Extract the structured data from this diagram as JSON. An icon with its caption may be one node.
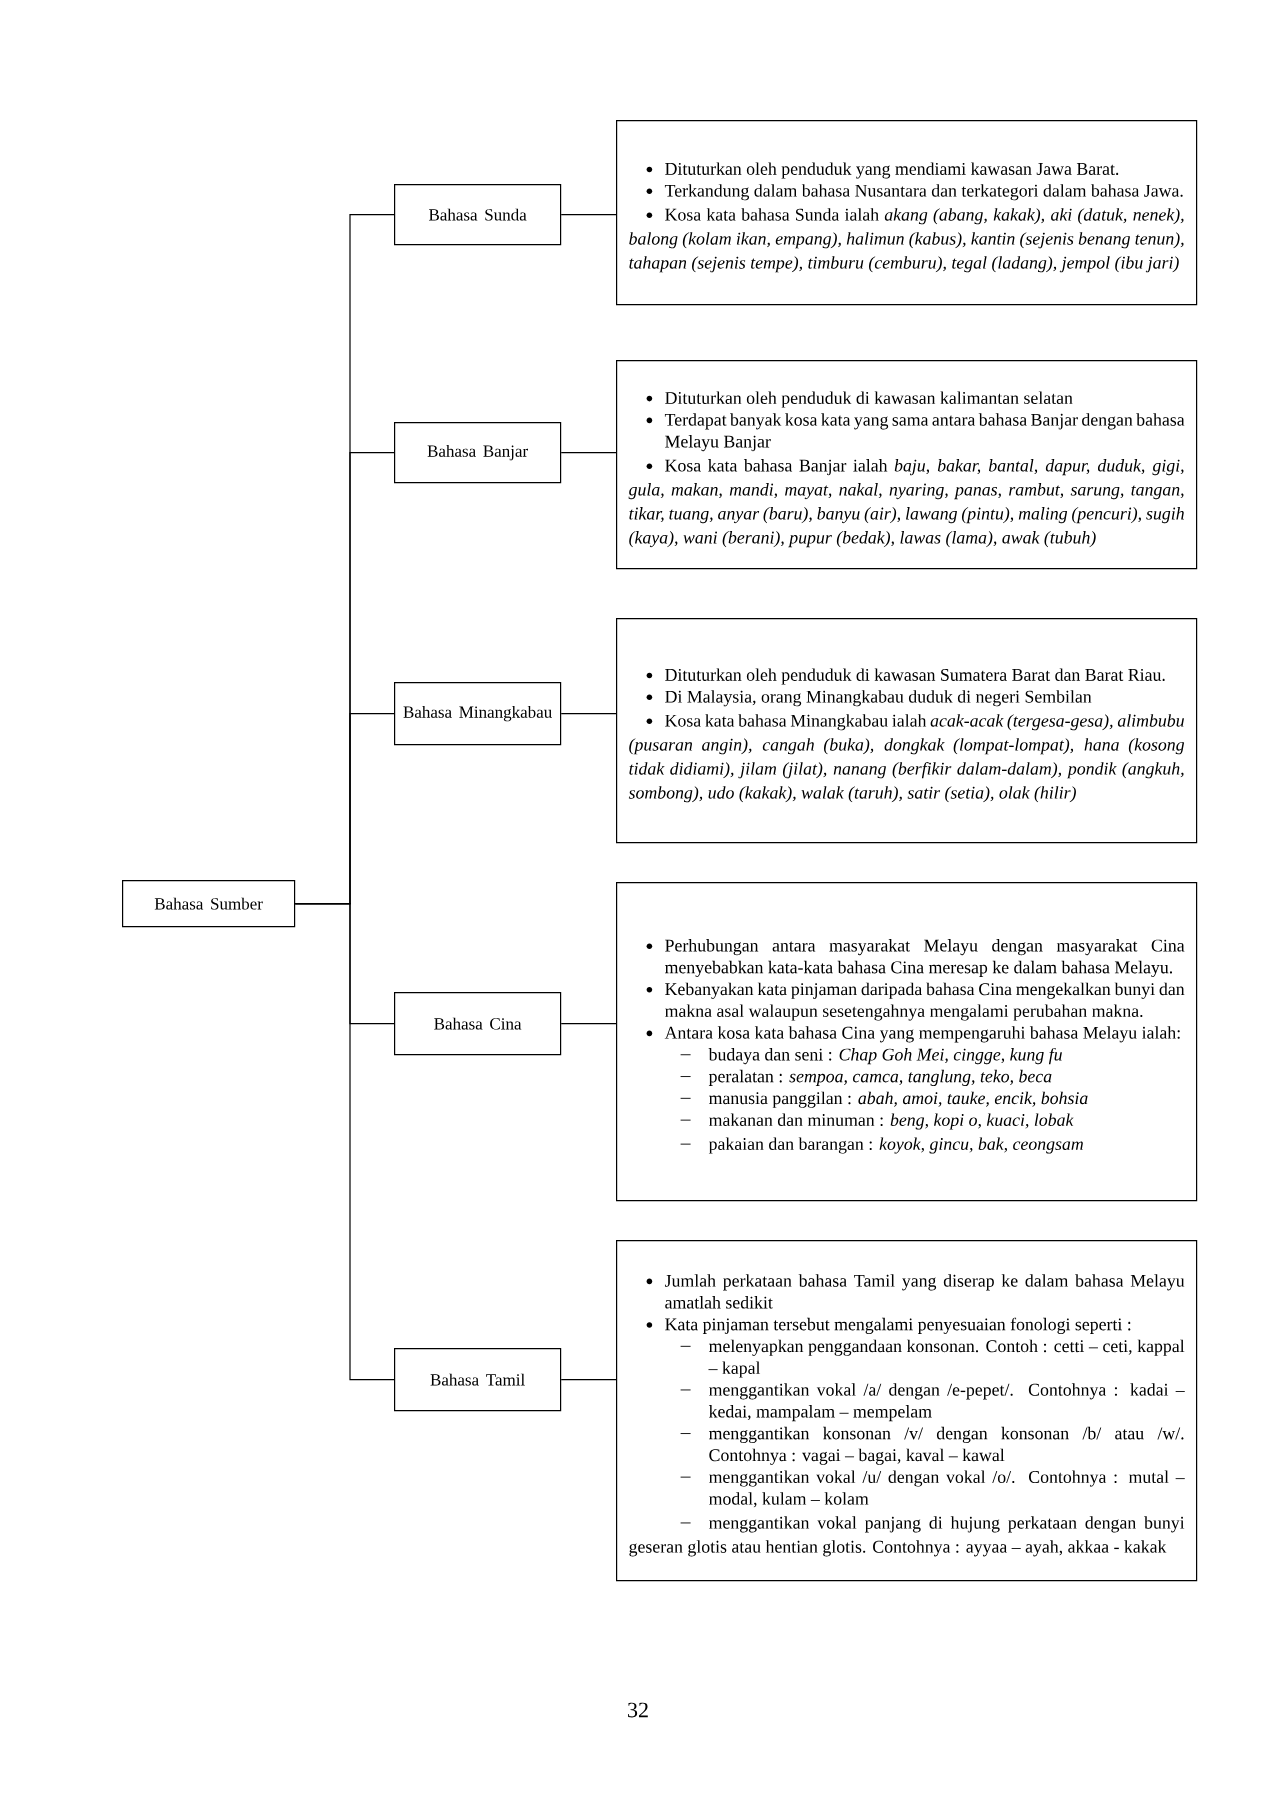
{
  "diagram": {
    "nodes": [
      {
        "text": [
          "Bahasa Sumber"
        ]
      },
      {
        "text": [
          "Bahasa Sunda"
        ]
      },
      {
        "text": [
          "Bahasa Banjar"
        ]
      },
      {
        "text": [
          "Bahasa Minangkabau"
        ]
      },
      {
        "text": [
          "Bahasa Cina"
        ]
      },
      {
        "text": [
          "Bahasa Tamil"
        ]
      },
      {
        "text": [
          "Dituturkan oleh penduduk yang mendiami kawasan Jawa Barat.",
          "Terkandung dalam bahasa Nusantara dan terkategori dalam bahasa Jawa.",
          "Kosa kata bahasa Sunda ialah *akang (abang, kakak), aki (datuk, nenek), balong (kolam ikan, empang), halimun (kabus), kantin (sejenis benang tenun), tahapan (sejenis tempe), timburu (cemburu), tegal (ladang), jempol (ibu jari)*"
        ]
      },
      {
        "text": [
          "Dituturkan oleh penduduk di kawasan kalimantan selatan",
          "Terdapat banyak kosa kata yang sama antara bahasa Banjar dengan bahasa Melayu Banjar",
          "Kosa kata bahasa Banjar ialah *baju, bakar, bantal, dapur, duduk, gigi, gula, makan, mandi, mayat, nakal, nyaring, panas, rambut, sarung, tangan, tikar, tuang, anyar (baru), banyu (air), lawang (pintu), maling (pencuri), sugih (kaya), wani (berani), pupur (bedak), lawas (lama), awak (tubuh)*"
        ]
      },
      {
        "text": [
          "Dituturkan oleh penduduk di kawasan Sumatera Barat dan Barat Riau.",
          "Di Malaysia, orang Minangkabau duduk di negeri Sembilan",
          "Kosa kata bahasa Minangkabau ialah *acak-acak (tergesa-gesa), alimbubu (pusaran angin), cangah (buka), dongkak (lompat-lompat), hana (kosong tidak didiami), jilam (jilat), nanang (berfikir dalam-dalam), pondik (angkuh, sombong), udo (kakak), walak (taruh), satir (setia), olak (hilir)*"
        ]
      },
      {
        "text": [
          "Perhubungan antara masyarakat Melayu dengan masyarakat Cina menyebabkan kata-kata bahasa Cina meresap ke dalam bahasa Melayu.",
          "Kebanyakan kata pinjaman daripada bahasa Cina mengekalkan bunyi dan makna asal walaupun sesetengahnya mengalami perubahan makna.",
          "Antara kosa kata bahasa Cina yang mempengaruhi bahasa Melayu ialah:",
          "budaya dan seni : *Chap Goh Mei, cingge, kung fu*",
          "peralatan : *sempoa, camca, tanglung, teko, beca*",
          "manusia panggilan : *abah, amoi, tauke, encik, bohsia*",
          "makanan dan minuman : *beng, kopi o, kuaci, lobak*",
          "pakaian dan barangan : *koyok, gincu, bak, ceongsam*"
        ]
      },
      {
        "text": [
          "Jumlah perkataan bahasa Tamil yang diserap ke dalam bahasa Melayu amatlah sedikit",
          "Kata pinjaman tersebut mengalami penyesuaian fonologi seperti :",
          "melenyapkan penggandaan konsonan. Contoh : cetti – ceti, kappal – kapal",
          "menggantikan vokal /a/ dengan /e-pepet/. Contohnya : kadai – kedai, mampalam – mempelam",
          "menggantikan konsonan /v/ dengan konsonan /b/ atau /w/. Contohnya : vagai – bagai, kaval – kawal",
          "menggantikan vokal /u/ dengan vokal /o/. Contohnya : mutal – modal, kulam – kolam",
          "menggantikan vokal panjang di hujung perkataan dengan bunyi geseran glotis atau hentian glotis. Contohnya : ayyaa – ayah, akkaa - kakak"
        ]
      }
    ],
    "edges": [
      {
        "from": 0,
        "to": 1,
        "arrow": "none"
      },
      {
        "from": 0,
        "to": 2,
        "arrow": "none"
      },
      {
        "from": 0,
        "to": 3,
        "arrow": "none"
      },
      {
        "from": 0,
        "to": 4,
        "arrow": "none"
      },
      {
        "from": 0,
        "to": 5,
        "arrow": "none"
      },
      {
        "from": 1,
        "to": 6,
        "arrow": "none"
      },
      {
        "from": 2,
        "to": 7,
        "arrow": "none"
      },
      {
        "from": 3,
        "to": 8,
        "arrow": "none"
      },
      {
        "from": 4,
        "to": 9,
        "arrow": "none"
      },
      {
        "from": 5,
        "to": 10,
        "arrow": "none"
      }
    ],
    "labels": [
      "32"
    ]
  }
}
